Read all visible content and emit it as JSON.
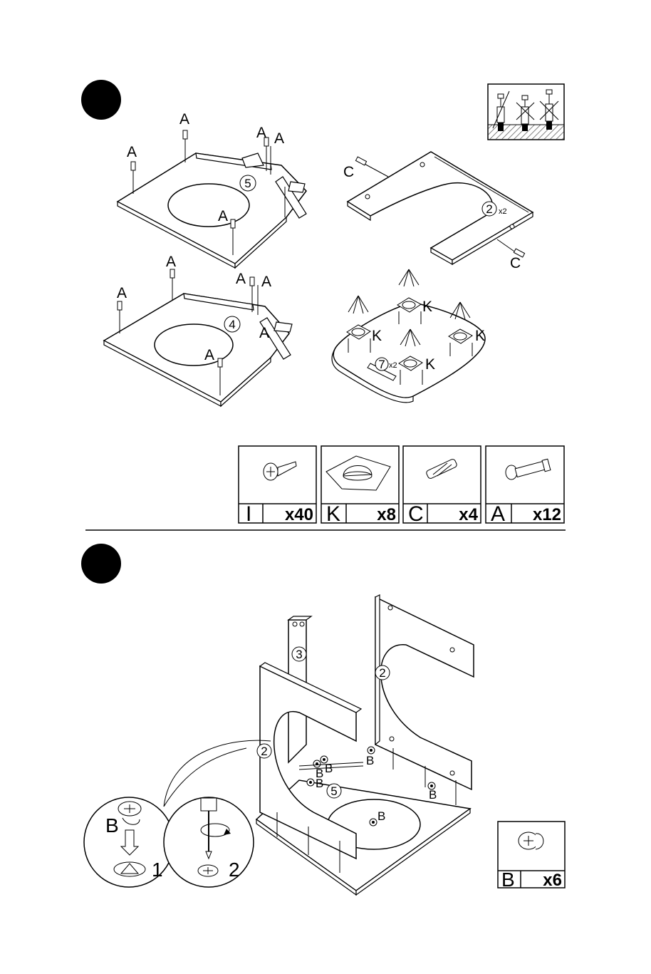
{
  "step1": {
    "panel5": {
      "number": "5",
      "pin_label": "A"
    },
    "panel4": {
      "number": "4",
      "pin_label": "A"
    },
    "panel2": {
      "number": "2",
      "qty": "x2",
      "dowel_label": "C"
    },
    "panel7": {
      "number": "7",
      "qty": "x2",
      "foot_label": "K"
    },
    "parts": [
      {
        "letter": "I",
        "count": "x40",
        "icon": "screw-icon"
      },
      {
        "letter": "K",
        "count": "x8",
        "icon": "foot-pad-icon"
      },
      {
        "letter": "C",
        "count": "x4",
        "icon": "dowel-icon"
      },
      {
        "letter": "A",
        "count": "x12",
        "icon": "cam-bolt-icon"
      }
    ]
  },
  "step2": {
    "parts": {
      "panel3": "3",
      "panel2a": "2",
      "panel2b": "2",
      "panel5": "5"
    },
    "cam_label": "B",
    "detail": {
      "label": "B",
      "step1": "1",
      "step2": "2"
    },
    "legend": {
      "letter": "B",
      "count": "x6",
      "icon": "cam-lock-icon"
    }
  },
  "colors": {
    "ink": "#000000",
    "paper": "#ffffff",
    "hatch": "#555555"
  }
}
